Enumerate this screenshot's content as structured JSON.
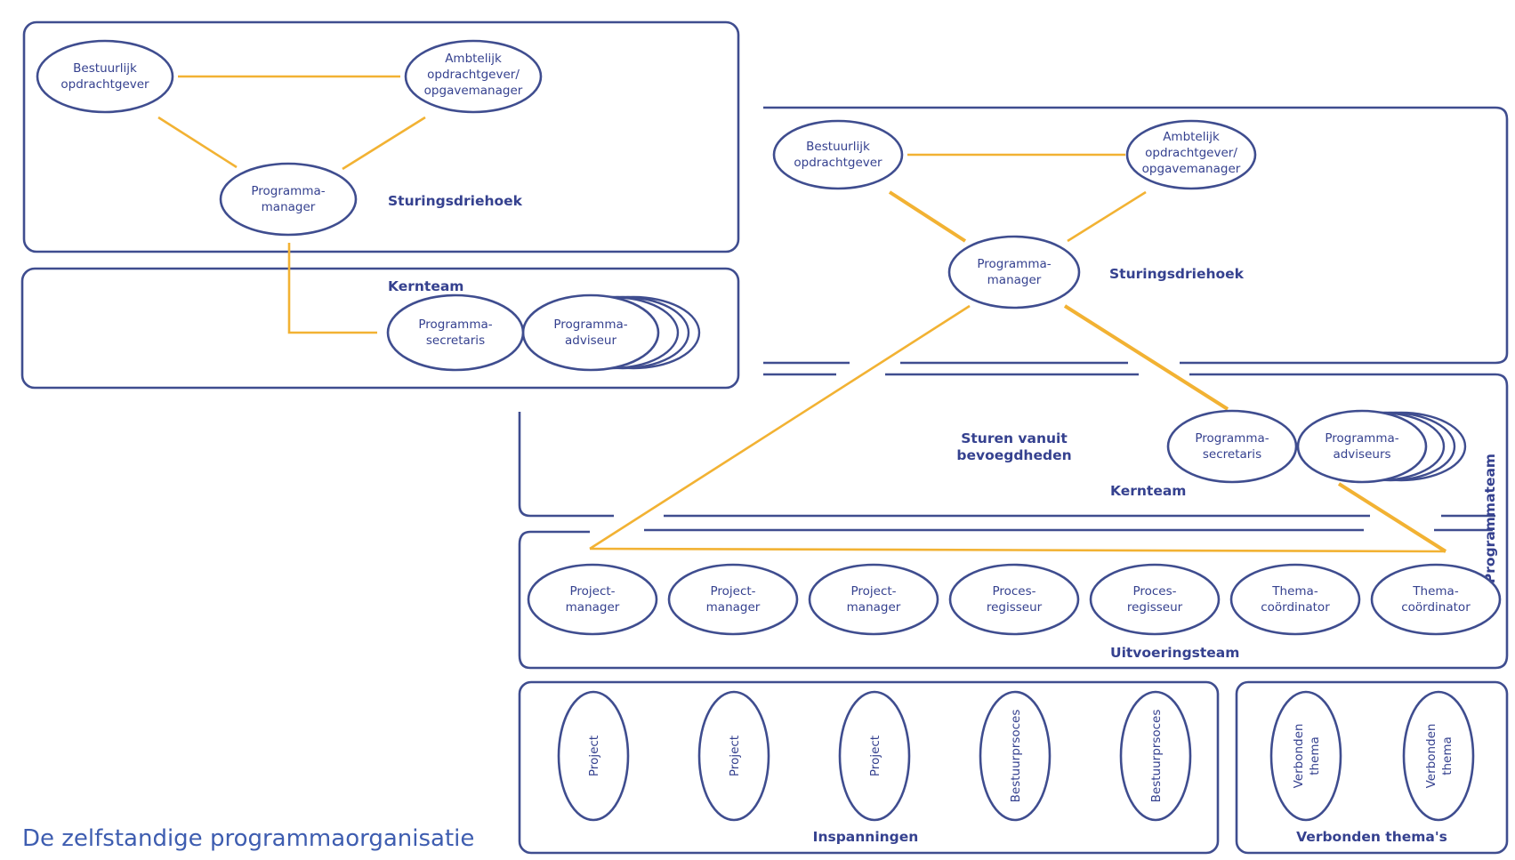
{
  "caption": "De zelfstandige programmaorganisatie",
  "left": {
    "bestuurlijk": [
      "Bestuurlijk",
      "opdrachtgever"
    ],
    "ambtelijk": [
      "Ambtelijk",
      "opdrachtgever/",
      "opgavemanager"
    ],
    "programmamanager": [
      "Programma-",
      "manager"
    ],
    "sturingsdriehoek": "Sturingsdriehoek",
    "kernteam": "Kernteam",
    "secretaris": [
      "Programma-",
      "secretaris"
    ],
    "adviseur": [
      "Programma-",
      "adviseur"
    ]
  },
  "right": {
    "bestuurlijk": [
      "Bestuurlijk",
      "opdrachtgever"
    ],
    "ambtelijk": [
      "Ambtelijk",
      "opdrachtgever/",
      "opgavemanager"
    ],
    "programmamanager": [
      "Programma-",
      "manager"
    ],
    "sturingsdriehoek": "Sturingsdriehoek",
    "sturen": [
      "Sturen vanuit",
      "bevoegdheden"
    ],
    "kernteam": "Kernteam",
    "secretaris": [
      "Programma-",
      "secretaris"
    ],
    "adviseurs": [
      "Programma-",
      "adviseurs"
    ],
    "programmateam": "Programmateam",
    "uitvoeringsteam": "Uitvoeringsteam",
    "uitvoering": [
      [
        "Project-",
        "manager"
      ],
      [
        "Project-",
        "manager"
      ],
      [
        "Project-",
        "manager"
      ],
      [
        "Proces-",
        "regisseur"
      ],
      [
        "Proces-",
        "regisseur"
      ],
      [
        "Thema-",
        "coördinator"
      ],
      [
        "Thema-",
        "coördinator"
      ]
    ],
    "inspanningen": "Inspanningen",
    "inspanning_items": [
      "Project",
      "Project",
      "Project",
      "Bestuurprsoces",
      "Bestuurprsoces"
    ],
    "verbonden": "Verbonden thema's",
    "verbonden_items": [
      [
        "Verbonden",
        "thema"
      ],
      [
        "Verbonden",
        "thema"
      ]
    ]
  },
  "colors": {
    "navy": "#3f4d8f",
    "accent": "#f2b233",
    "caption": "#3e5db0"
  }
}
